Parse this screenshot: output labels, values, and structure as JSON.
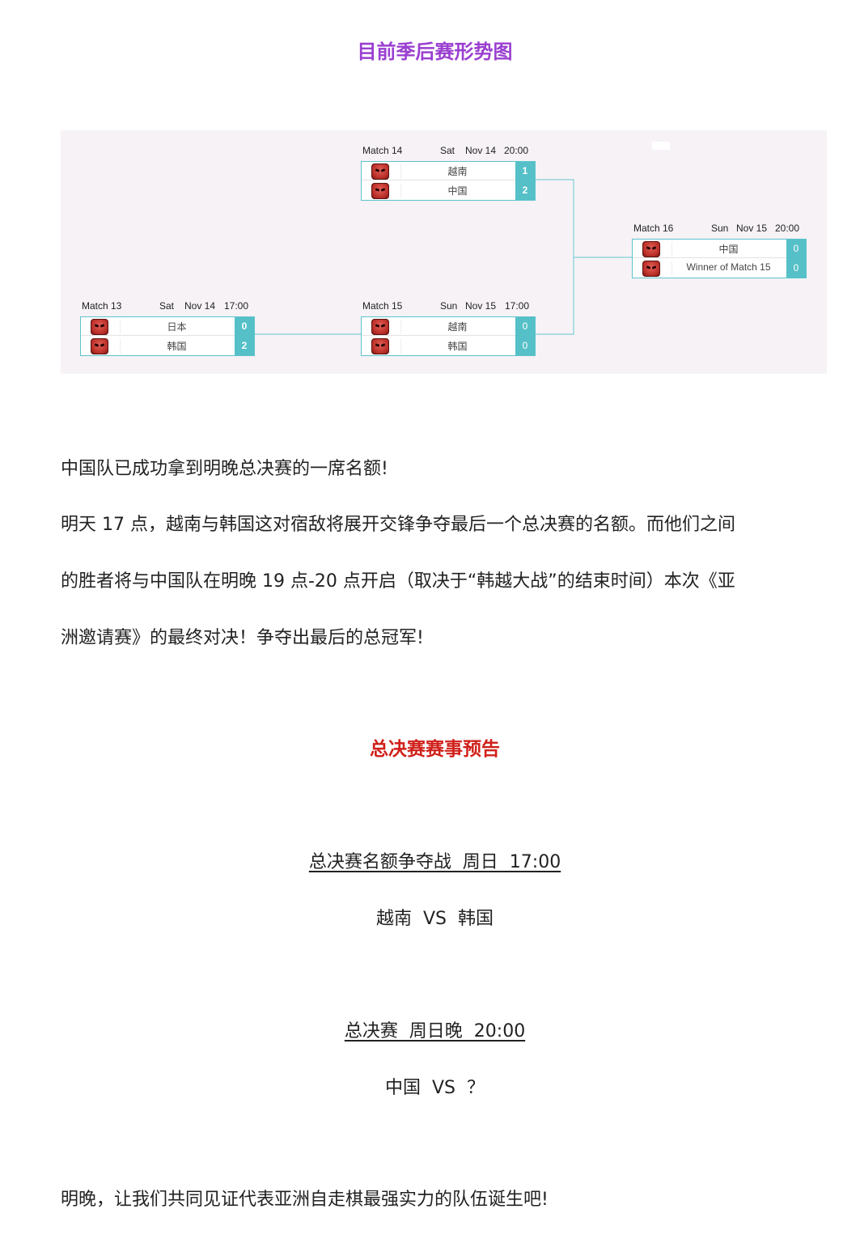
{
  "page_title": "目前季后赛形势图",
  "bracket": {
    "matches": [
      {
        "id": "match13",
        "label": "Match 13",
        "day": "Sat",
        "date": "Nov 14",
        "time": "17:00",
        "team1": "日本",
        "score1": "0",
        "team2": "韩国",
        "score2": "2"
      },
      {
        "id": "match14",
        "label": "Match 14",
        "day": "Sat",
        "date": "Nov 14",
        "time": "20:00",
        "team1": "越南",
        "score1": "1",
        "team2": "中国",
        "score2": "2"
      },
      {
        "id": "match15",
        "label": "Match 15",
        "day": "Sun",
        "date": "Nov 15",
        "time": "17:00",
        "team1": "越南",
        "score1": "0",
        "team2": "韩国",
        "score2": "0"
      },
      {
        "id": "match16",
        "label": "Match 16",
        "day": "Sun",
        "date": "Nov 15",
        "time": "20:00",
        "team1": "中国",
        "score1": "0",
        "team2": "Winner of Match 15",
        "score2": "0"
      }
    ],
    "colors": {
      "accent": "#55c0c8",
      "line": "#7fd0d6",
      "background": "#f6f2f6"
    }
  },
  "paragraphs": {
    "p1": "中国队已成功拿到明晚总决赛的一席名额!",
    "p2_line1": "明天 17 点，越南与韩国这对宿敌将展开交锋争夺最后一个总决赛的名额。而他们之间",
    "p2_line2": "的胜者将与中国队在明晚 19 点-20 点开启（取决于“韩越大战”的结束时间）本次《亚",
    "p2_line3": "洲邀请赛》的最终对决！争夺出最后的总冠军!"
  },
  "preview": {
    "title": "总决赛赛事预告",
    "event1_title": "总决赛名额争夺战  周日  17:00",
    "event1_matchup": "越南  VS  韩国",
    "event2_title": "总决赛  周日晚  20:00",
    "event2_matchup": "中国  VS  ？"
  },
  "closing": "明晚，让我们共同见证代表亚洲自走棋最强实力的队伍诞生吧!",
  "colors": {
    "title": "#9a3fd0",
    "section_title": "#d0201a"
  }
}
